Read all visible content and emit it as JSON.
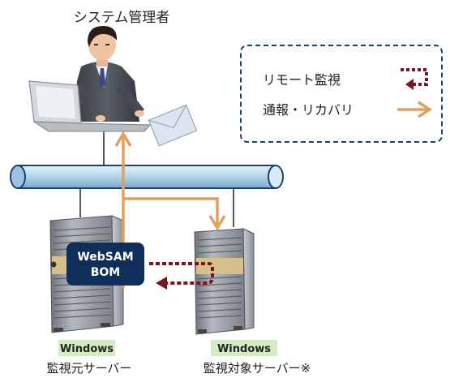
{
  "admin_label": "システム管理者",
  "legend": {
    "remote_monitoring": "リモート監視",
    "notification_recovery": "通報・リカバリ"
  },
  "badge": {
    "line1": "WebSAM",
    "line2": "BOM"
  },
  "left_server": {
    "os": "Windows",
    "caption": "監視元サーバー"
  },
  "right_server": {
    "os": "Windows",
    "caption": "監視対象サーバー※"
  },
  "colors": {
    "orange_arrow": "#e0a060",
    "dotted_arrow": "#7a1420",
    "network_pipe": "#b6d6ee",
    "legend_border": "#1f3f6e",
    "badge_bg": "#0f2e5a",
    "os_tag_bg": "#d4ecc4",
    "server_body": "#9aa0a8"
  },
  "icons": {
    "admin": "person-at-laptop-icon",
    "mail": "envelope-icon",
    "server": "tower-server-icon"
  }
}
